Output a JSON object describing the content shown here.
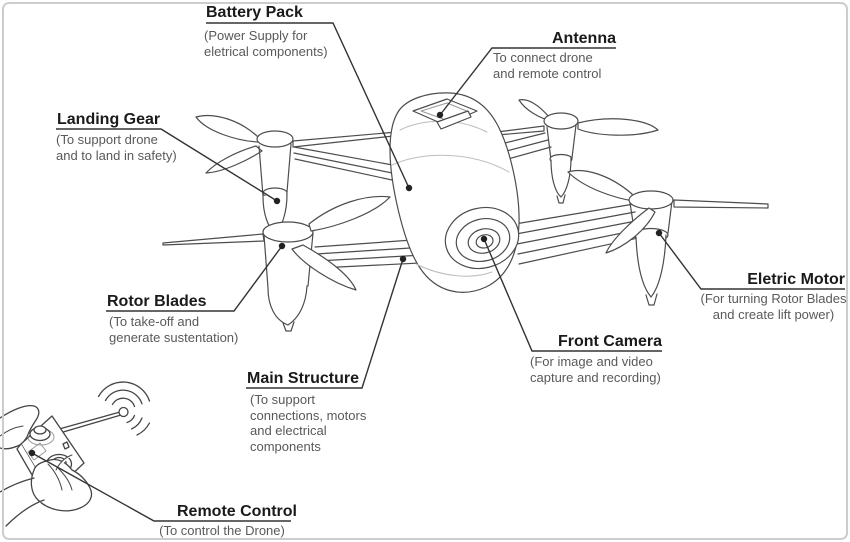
{
  "labels": {
    "battery_pack": {
      "title": "Battery Pack",
      "lines": [
        "(Power Supply for",
        "eletrical components)"
      ]
    },
    "antenna": {
      "title": "Antenna",
      "lines": [
        "To connect drone",
        "and remote control"
      ]
    },
    "landing_gear": {
      "title": "Landing Gear",
      "lines": [
        "(To support drone",
        "and to land in safety)"
      ]
    },
    "rotor_blades": {
      "title": "Rotor Blades",
      "lines": [
        "(To take-off and",
        "generate sustentation)"
      ]
    },
    "main_structure": {
      "title": "Main Structure",
      "lines": [
        "(To support",
        "connections, motors",
        "and electrical",
        "components"
      ]
    },
    "remote_control": {
      "title": "Remote Control",
      "lines": [
        "(To control the Drone)"
      ]
    },
    "front_camera": {
      "title": "Front Camera",
      "lines": [
        "(For image and video",
        "capture and recording)"
      ]
    },
    "eletric_motor": {
      "title": "Eletric Motor",
      "lines": [
        "(For turning Rotor Blades",
        "and create lift power)"
      ]
    }
  },
  "artwork": {
    "drone": "line drawing of a quadcopter drone with front camera, top battery hatch, four rotors on arms",
    "remote_control": "line drawing of a hand-held remote control with joystick and antenna emitting signal waves"
  },
  "colors": {
    "heading": "#1a1a1a",
    "caption": "#595959",
    "leader_line": "#333333",
    "sketch_line": "#4d4d4d",
    "frame_border": "#cdcdcd",
    "background": "#ffffff"
  }
}
